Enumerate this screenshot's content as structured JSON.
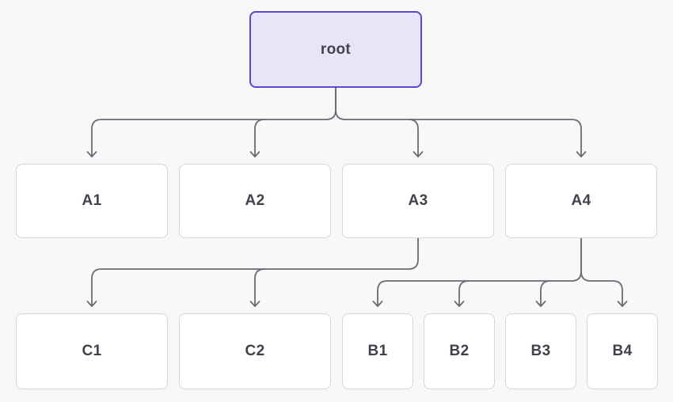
{
  "diagram": {
    "type": "tree",
    "root": {
      "id": "root",
      "label": "root"
    },
    "level1": [
      {
        "id": "A1",
        "label": "A1"
      },
      {
        "id": "A2",
        "label": "A2"
      },
      {
        "id": "A3",
        "label": "A3"
      },
      {
        "id": "A4",
        "label": "A4"
      }
    ],
    "level2": [
      {
        "id": "C1",
        "label": "C1"
      },
      {
        "id": "C2",
        "label": "C2"
      },
      {
        "id": "B1",
        "label": "B1"
      },
      {
        "id": "B2",
        "label": "B2"
      },
      {
        "id": "B3",
        "label": "B3"
      },
      {
        "id": "B4",
        "label": "B4"
      }
    ],
    "edges": [
      [
        "root",
        "A1"
      ],
      [
        "root",
        "A2"
      ],
      [
        "root",
        "A3"
      ],
      [
        "root",
        "A4"
      ],
      [
        "A3",
        "C1"
      ],
      [
        "A3",
        "C2"
      ],
      [
        "A4",
        "B1"
      ],
      [
        "A4",
        "B2"
      ],
      [
        "A4",
        "B3"
      ],
      [
        "A4",
        "B4"
      ]
    ],
    "colors": {
      "background": "#f8f8f9",
      "node_fill": "#ffffff",
      "node_border": "#d5d5db",
      "root_fill": "#e9e5f8",
      "root_border": "#5a48d1",
      "connector": "#6b6b76",
      "text": "#42424d"
    }
  }
}
